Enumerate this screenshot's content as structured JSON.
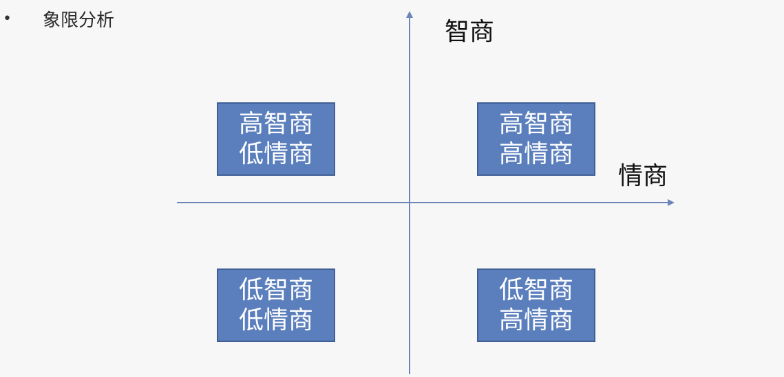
{
  "slide": {
    "bullet": "•",
    "title": "象限分析"
  },
  "axes": {
    "y_label": "智商",
    "x_label": "情商",
    "line_color": "#6a86b8"
  },
  "quadrants": {
    "top_left": {
      "line1": "高智商",
      "line2": "低情商"
    },
    "top_right": {
      "line1": "高智商",
      "line2": "高情商"
    },
    "bottom_left": {
      "line1": "低智商",
      "line2": "低情商"
    },
    "bottom_right": {
      "line1": "低智商",
      "line2": "高情商"
    }
  },
  "colors": {
    "box_fill": "#5b7fbd",
    "box_border": "#3f5f95",
    "box_text": "#ffffff"
  }
}
